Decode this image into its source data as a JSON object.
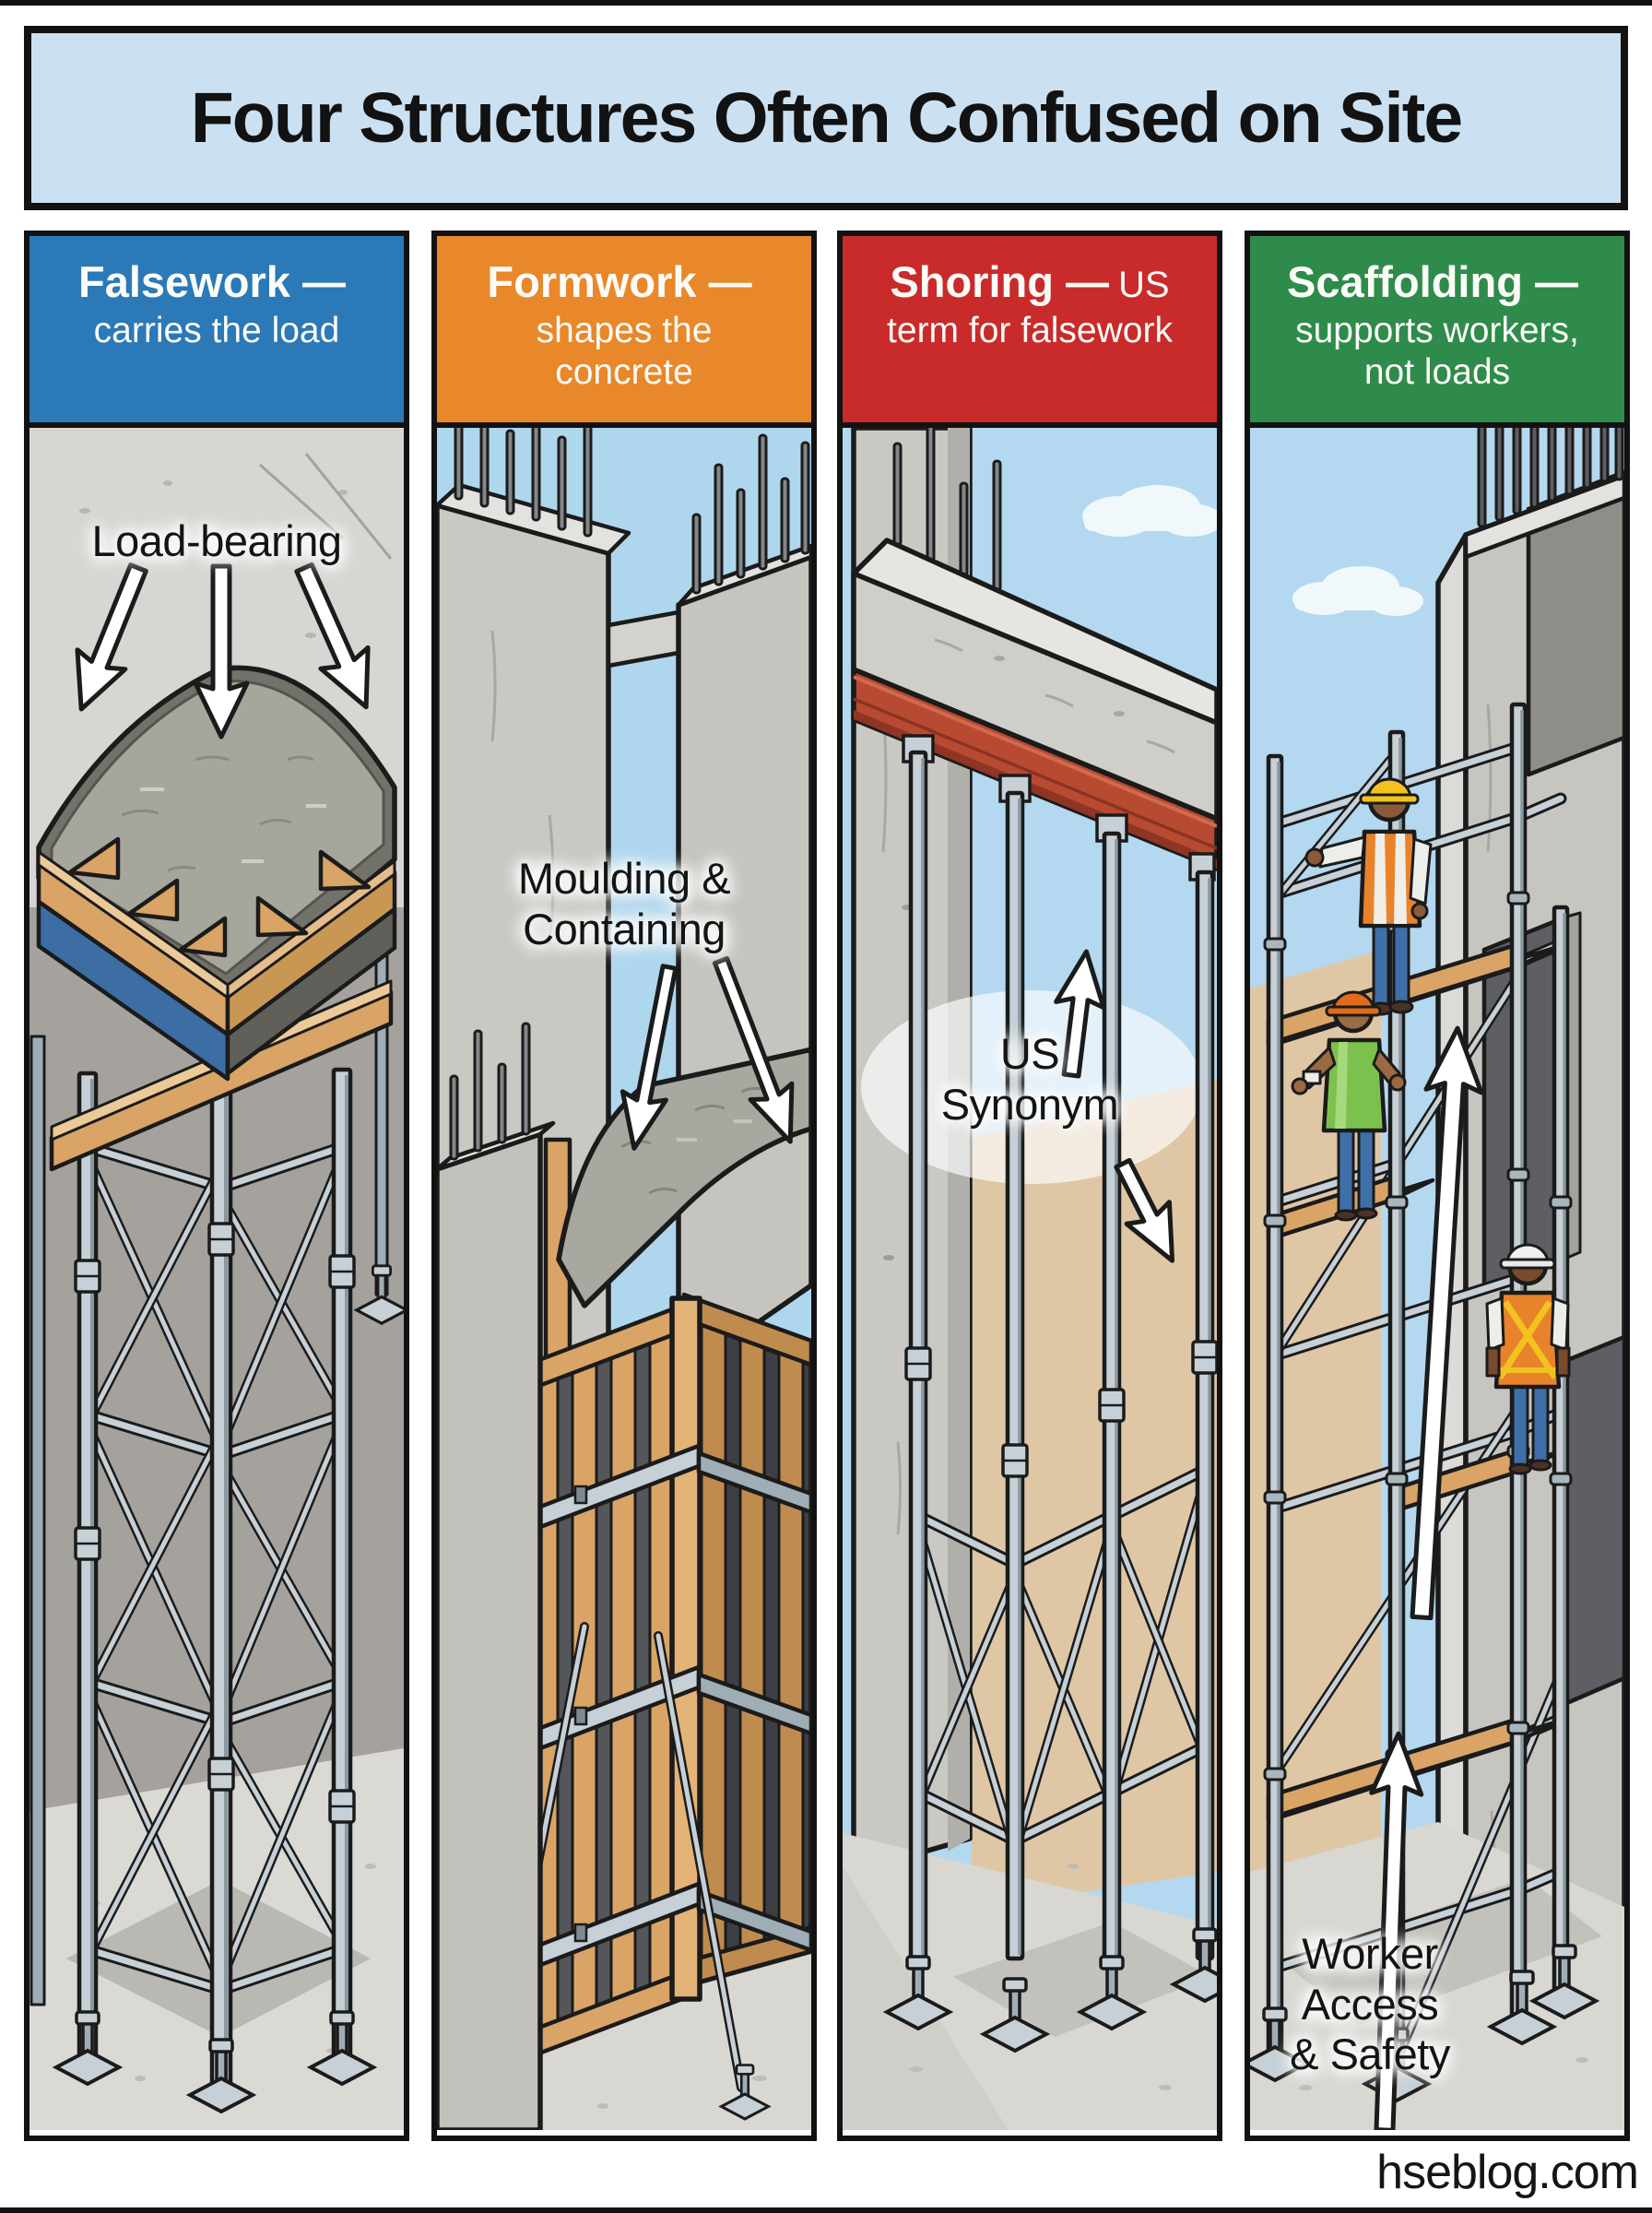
{
  "page": {
    "title": "Four Structures Often Confused on Site",
    "footer": "hseblog.com",
    "colors": {
      "banner_bg": "#cbe1f1",
      "falsework_header": "#2b79b7",
      "formwork_header": "#e8882a",
      "shoring_header": "#c92b2b",
      "scaffolding_header": "#2f8b4b",
      "annotation_text": "#141414"
    }
  },
  "panels": [
    {
      "id": "falsework",
      "header": {
        "title": "Falsework —",
        "title_suffix": "",
        "subtitle": "carries the load"
      },
      "annotation": {
        "lines": [
          "Load-bearing"
        ]
      }
    },
    {
      "id": "formwork",
      "header": {
        "title": "Formwork —",
        "title_suffix": "",
        "subtitle": "shapes the concrete"
      },
      "annotation": {
        "lines": [
          "Moulding &",
          "Containing"
        ]
      }
    },
    {
      "id": "shoring",
      "header": {
        "title": "Shoring —",
        "title_suffix": "US",
        "subtitle": "term for falsework"
      },
      "annotation": {
        "lines": [
          "US",
          "Synonym"
        ]
      }
    },
    {
      "id": "scaffolding",
      "header": {
        "title": "Scaffolding —",
        "title_suffix": "",
        "subtitle": "supports workers, not loads"
      },
      "annotation": {
        "lines": [
          "Worker",
          "Access",
          "& Safety"
        ]
      }
    }
  ]
}
